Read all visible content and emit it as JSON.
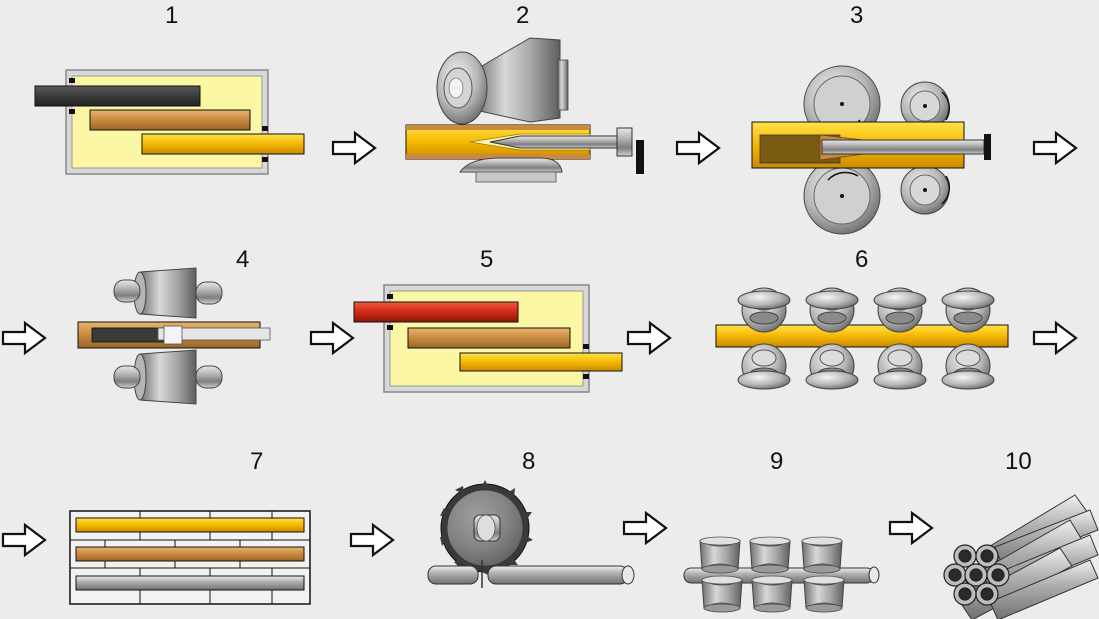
{
  "steps": [
    {
      "number": "1"
    },
    {
      "number": "2"
    },
    {
      "number": "3"
    },
    {
      "number": "4"
    },
    {
      "number": "5"
    },
    {
      "number": "6"
    },
    {
      "number": "7"
    },
    {
      "number": "8"
    },
    {
      "number": "9"
    },
    {
      "number": "10"
    }
  ],
  "colors": {
    "furnace_fill": "#fbf7a5",
    "furnace_wall": "#c8c8c8",
    "billet_dark": "#3b3b3b",
    "billet_warm": "#d39a4c",
    "billet_hot": "#f5c400",
    "billet_red": "#d02a1a",
    "steel": "#a8a8a8",
    "arrow_stroke": "#111111"
  }
}
